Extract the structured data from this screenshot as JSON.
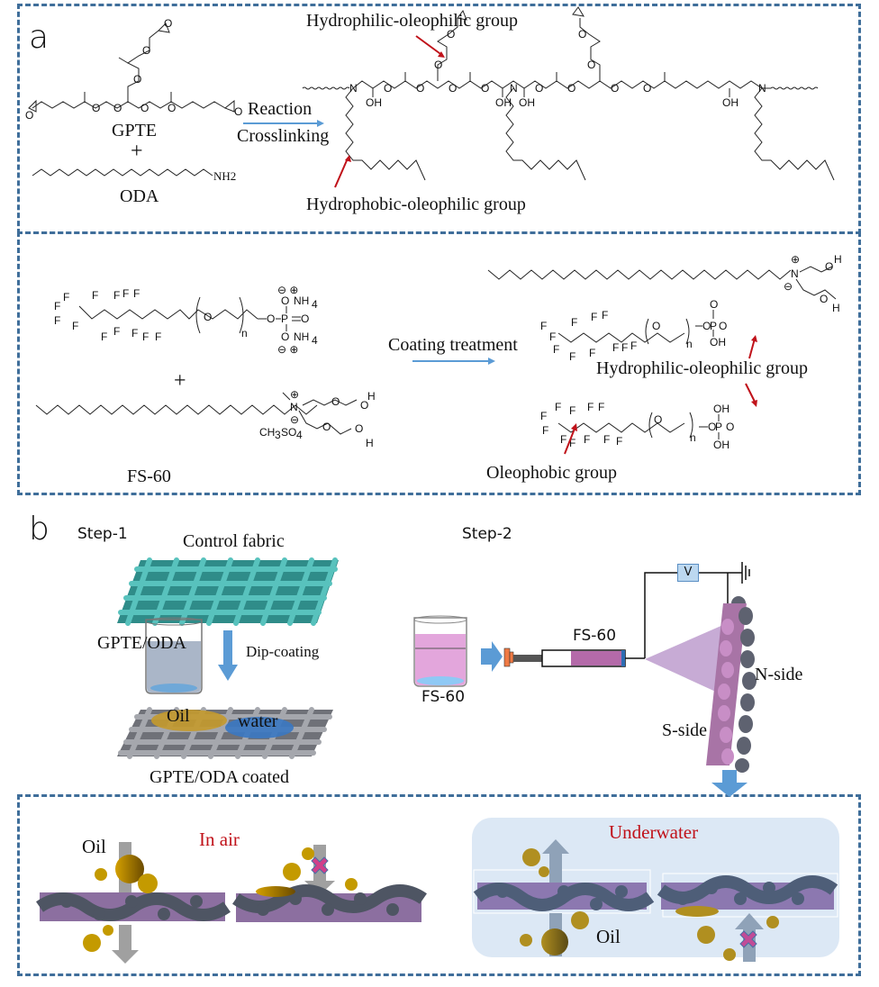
{
  "figure": {
    "panel_a": {
      "letter": "a",
      "reaction1": {
        "reactant1_label": "GPTE",
        "plus": "+",
        "reactant2_label": "ODA",
        "amine_label": "NH2",
        "arrow_top": "Reaction",
        "arrow_bottom": "Crosslinking",
        "product_annotation_top": "Hydrophilic-oleophilic group",
        "product_annotation_bottom": "Hydrophobic-oleophilic group",
        "atom_labels": {
          "N": "N",
          "OH": "OH",
          "O": "O"
        }
      },
      "reaction2": {
        "reactant_label": "FS-60",
        "plus": "+",
        "arrow_label": "Coating treatment",
        "counterion_label": "CH3SO4",
        "ammonium_label": "NH4",
        "subscript_n": "n",
        "fluorine": "F",
        "product_annotation_mid": "Hydrophilic-oleophilic group",
        "product_annotation_bottom": "Oleophobic group",
        "atom_labels": {
          "P": "P",
          "O": "O",
          "OH": "OH",
          "H": "H",
          "N": "N"
        }
      }
    },
    "panel_b": {
      "letter": "b",
      "step1": {
        "title": "Step-1",
        "control_fabric_label": "Control fabric",
        "beaker_label": "GPTE/ODA",
        "arrow_label": "Dip-coating",
        "oil_label": "Oil",
        "water_label": "water",
        "coated_label": "GPTE/ODA coated"
      },
      "step2": {
        "title": "Step-2",
        "beaker_label": "FS-60",
        "syringe_label": "FS-60",
        "voltage_label": "V",
        "n_side_label": "N-side",
        "s_side_label": "S-side"
      },
      "result": {
        "in_air_label": "In air",
        "in_air_oil_label": "Oil",
        "underwater_label": "Underwater",
        "underwater_oil_label": "Oil"
      }
    },
    "colors": {
      "frame": "#3f6e9a",
      "annotation_red": "#c0121a",
      "arrow_blue": "#5b9bd5",
      "fabric_teal": "#3aa7a3",
      "fabric_gray": "#8c8f96",
      "oil_gold": "#c49a00",
      "fs60_pink": "#e3a6dc",
      "underwater_bg": "#dce8f5",
      "x_mark": "#d13f8a"
    }
  }
}
